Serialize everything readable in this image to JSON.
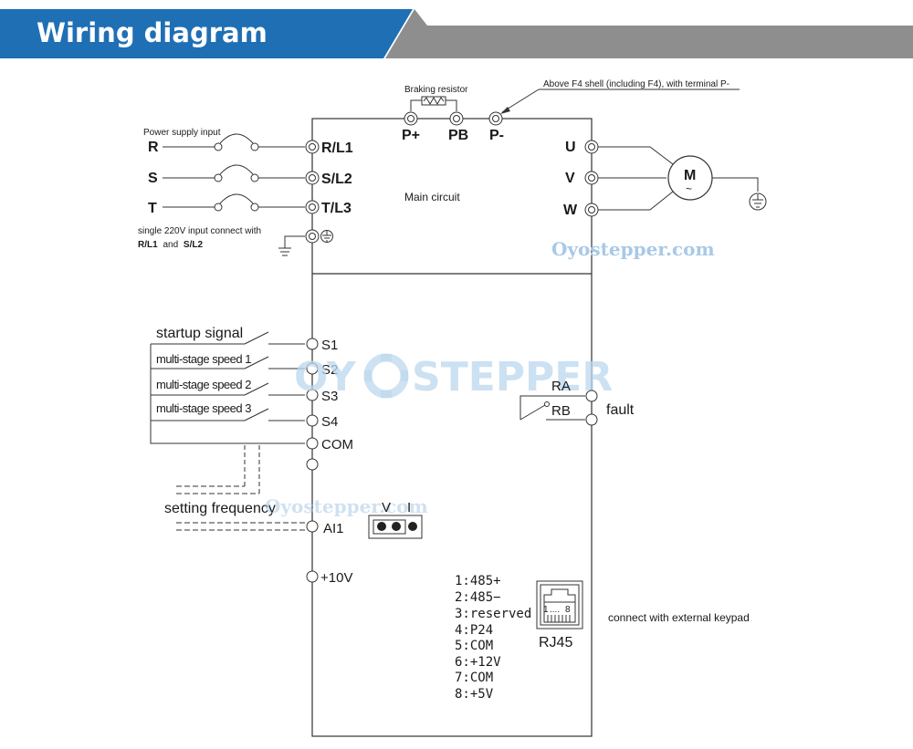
{
  "header": {
    "title": "Wiring diagram",
    "colors": {
      "blue": "#1f6fb5",
      "gray": "#8e8e8e"
    }
  },
  "power": {
    "supply_label": "Power supply input",
    "phases": [
      "R",
      "S",
      "T"
    ],
    "terminals": [
      "R/L1",
      "S/L2",
      "T/L3"
    ],
    "note_line1": "single 220V input connect with",
    "note_r": "R/L1",
    "note_and": "and",
    "note_s": "S/L2"
  },
  "braking": {
    "resistor_label": "Braking resistor",
    "terminals": [
      "P+",
      "PB",
      "P-"
    ],
    "note": "Above F4 shell (including F4), with terminal P-"
  },
  "motor": {
    "outputs": [
      "U",
      "V",
      "W"
    ],
    "symbol": "M",
    "ac_symbol": "~"
  },
  "main_circuit_label": "Main circuit",
  "watermark": {
    "small": "Oyostepper.com",
    "large_left": "OY",
    "large_right": "STEPPER",
    "mid": "Oyostepper.com"
  },
  "inputs": {
    "signals": [
      "startup signal",
      "multi-stage speed 1",
      "multi-stage speed 2",
      "multi-stage speed 3"
    ],
    "terminals": [
      "S1",
      "S2",
      "S3",
      "S4",
      "COM"
    ]
  },
  "relay": {
    "ra": "RA",
    "rb": "RB",
    "label": "fault"
  },
  "analog": {
    "setting_label": "setting frequency",
    "jumper_v": "V",
    "jumper_i": "I",
    "ai_terminal": "AI1",
    "ref_terminal": "+10V"
  },
  "rj45": {
    "pins": [
      "1:485+",
      "2:485−",
      "3:reserved",
      "4:P24",
      "5:COM",
      "6:+12V",
      "7:COM",
      "8:+5V"
    ],
    "label": "RJ45",
    "pin_first": "1",
    "pin_dots": "....",
    "pin_last": "8",
    "keypad_label": "connect with external keypad"
  }
}
